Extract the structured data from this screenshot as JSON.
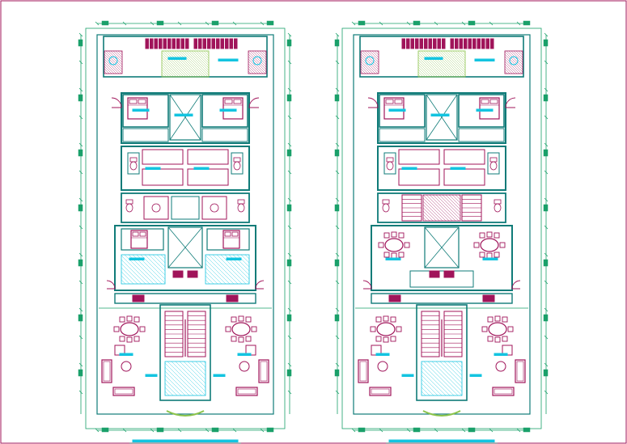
{
  "drawing": {
    "colors": {
      "wall": "#0f7b78",
      "dim": "#1aa06a",
      "furniture": "#a0145a",
      "stair": "#a0145a",
      "landscape": "#8bc34a",
      "annotation": "#13c4e0",
      "frame": "#a0145a"
    },
    "plans": [
      {
        "id": "plan-left",
        "caption_legible": false,
        "stair_type": "single-flight"
      },
      {
        "id": "plan-right",
        "caption_legible": false,
        "stair_type": "scissor"
      }
    ]
  }
}
